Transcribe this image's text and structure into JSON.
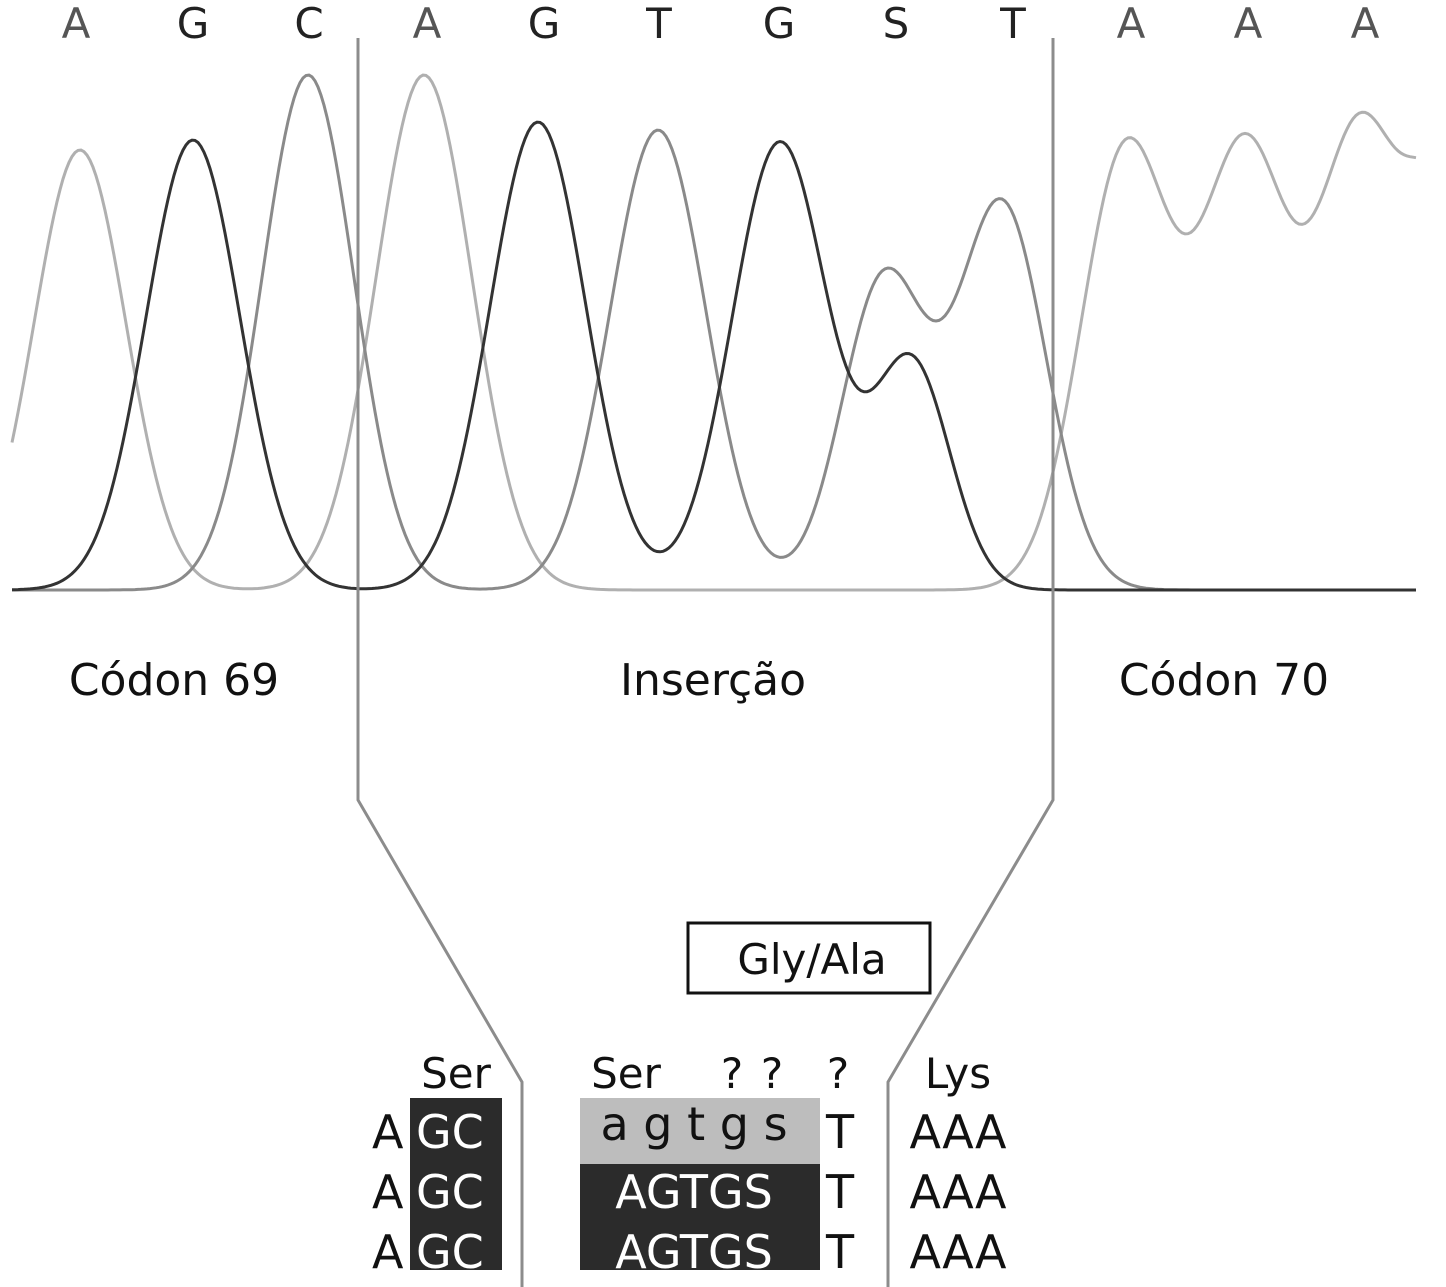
{
  "chromatogram": {
    "base_calls": [
      "A",
      "G",
      "C",
      "A",
      "G",
      "T",
      "G",
      "S",
      "T",
      "A",
      "A",
      "A"
    ],
    "regions": [
      "Códon 69",
      "Inserção",
      "Códon 70"
    ]
  },
  "annotation": {
    "box_label": "Gly/Ala"
  },
  "alignment": {
    "codon69": {
      "aa_label": "Ser",
      "rows": [
        {
          "prefix": "A",
          "highlight": "GC"
        },
        {
          "prefix": "A",
          "highlight": "GC"
        },
        {
          "prefix": "A",
          "highlight": "GC"
        }
      ]
    },
    "insertion": {
      "aa_labels": [
        "Ser",
        "?",
        "?",
        "?"
      ],
      "rows": [
        {
          "bases": "a g t g s",
          "suffix": "T"
        },
        {
          "bases": "AGTGS",
          "suffix": "T"
        },
        {
          "bases": "AGTGS",
          "suffix": "T"
        }
      ]
    },
    "codon70": {
      "aa_label": "Lys",
      "rows": [
        "AAA",
        "AAA",
        "AAA"
      ]
    }
  },
  "colors": {
    "trace_light": "#b0b0b0",
    "trace_mid": "#8a8a8a",
    "trace_dark": "#333333",
    "divider": "#8c8c8c",
    "highlight_dark": "#2b2b2b",
    "highlight_light": "#bdbdbd"
  }
}
